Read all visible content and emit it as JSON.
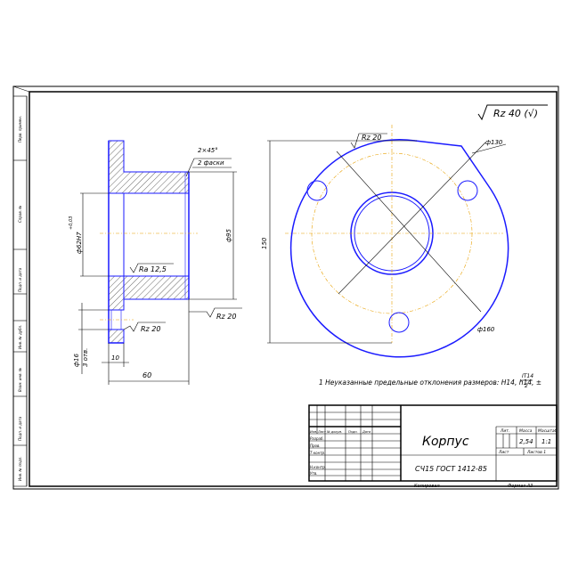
{
  "roughness": {
    "general": "Rz 40 (√)"
  },
  "part_view": {
    "chamfer_top": "2×45°",
    "chamfer_note": "2 фаски",
    "dia_bore": "ф62H7",
    "bore_tol": "+0,03",
    "dia_95": "ф95",
    "ra125": "Ra 12,5",
    "rz20_right": "Rz 20",
    "rz20_hole": "Rz 20",
    "dia16": "ф16",
    "holes": "3 отв.",
    "dim10": "10",
    "dim60": "60"
  },
  "flange_view": {
    "rz20_top": "Rz 20",
    "dia130": "ф130",
    "dia160": "ф160",
    "dim150": "150"
  },
  "note": {
    "text": "1 Неуказанные предельные отклонения размеров: H14, h14, ±",
    "frac_num": "IT14",
    "frac_den": "2"
  },
  "title_block": {
    "part_name": "Корпус",
    "material": "СЧ15 ГОСТ 1412-85",
    "lit_header": "Лит.",
    "mass_header": "Масса",
    "scale_header": "Масштаб",
    "mass": "2,54",
    "scale": "1:1",
    "sheet": "Лист",
    "sheets": "Листов 1",
    "rows": [
      "Изм.",
      "Лист",
      "№ докум.",
      "Подп.",
      "Дата"
    ],
    "roles": [
      "Разраб.",
      "Пров.",
      "Т.контр.",
      "",
      "Н.контр.",
      "Утв."
    ],
    "copied": "Копировал",
    "format": "Формат  А3"
  },
  "side_strip": [
    "Перв. примен.",
    "Справ. №",
    "Подп. и дата",
    "Инв. № дубл.",
    "Взам. инв. №",
    "Подп. и дата",
    "Инв. № подл."
  ]
}
